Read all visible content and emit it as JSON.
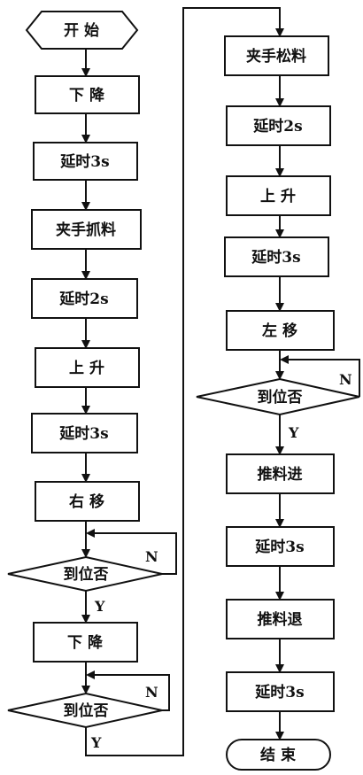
{
  "nodes": {
    "start": "开 始",
    "l_down1": "下 降",
    "l_delay3s_1": "延时3s",
    "l_grab": "夹手抓料",
    "l_delay2s": "延时2s",
    "l_up": "上 升",
    "l_delay3s_2": "延时3s",
    "l_right": "右 移",
    "l_check1": "到位否",
    "l_down2": "下 降",
    "l_check2": "到位否",
    "r_release": "夹手松料",
    "r_delay2s": "延时2s",
    "r_up": "上 升",
    "r_delay3s_1": "延时3s",
    "r_left": "左 移",
    "r_check": "到位否",
    "r_push": "推料进",
    "r_delay3s_2": "延时3s",
    "r_retract": "推料退",
    "r_delay3s_3": "延时3s",
    "end": "结 束"
  },
  "labels": {
    "yes": "Y",
    "no": "N"
  },
  "colors": {
    "stroke": "#111111",
    "fill": "#ffffff"
  }
}
